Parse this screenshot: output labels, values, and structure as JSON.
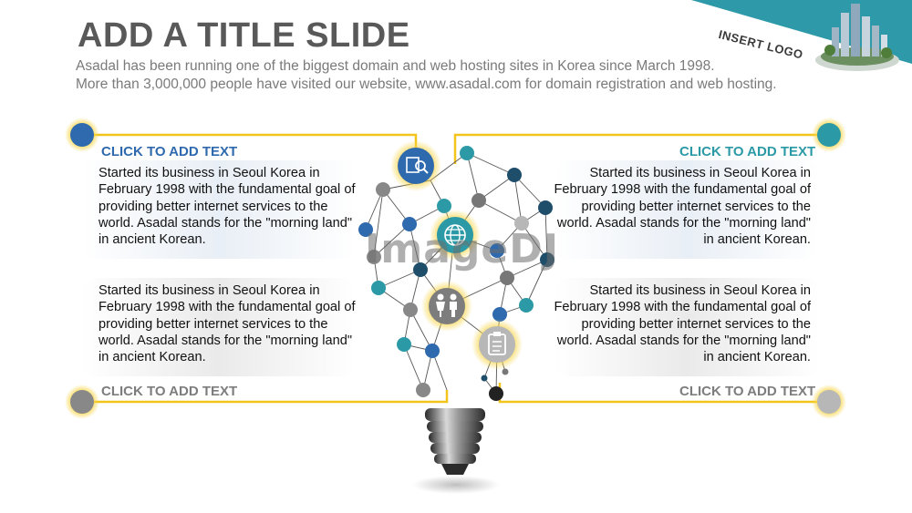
{
  "slide": {
    "title": "ADD A TITLE SLIDE",
    "subtitle_line1": "Asadal has been running one of the biggest domain and web hosting sites in Korea since March 1998.",
    "subtitle_line2": "More than 3,000,000 people have visited our website,  www.asadal.com for domain registration and web hosting.",
    "logo_placeholder": "INSERT LOGO",
    "watermark": "ImageDJ"
  },
  "colors": {
    "accent_yellow": "#f3c51c",
    "dark_blue": "#2f69ae",
    "teal": "#2c9aa6",
    "grey": "#888888",
    "light_grey": "#b7b7b7",
    "corner_teal": "#2e9aa9"
  },
  "blocks": [
    {
      "heading": "CLICK TO ADD TEXT",
      "text": "Started its business in Seoul Korea  in February 1998 with the fundamental goal of providing better internet services to the world. Asadal stands for the \"morning land\" in ancient Korean.",
      "icon": "search-document-icon"
    },
    {
      "heading": "CLICK TO ADD TEXT",
      "text": "Started its business in Seoul Korea  in February 1998 with the fundamental goal of providing better internet services to the world. Asadal stands for the \"morning land\" in ancient Korean.",
      "icon": "globe-icon"
    },
    {
      "heading": "CLICK TO ADD TEXT",
      "text": "Started its business in Seoul Korea  in February 1998 with the fundamental goal of providing better internet services to the world. Asadal stands for the \"morning land\" in ancient Korean.",
      "icon": "people-icon"
    },
    {
      "heading": "CLICK TO ADD TEXT",
      "text": "Started its business in Seoul Korea  in February 1998 with the fundamental goal of providing better internet services to the world. Asadal stands for the \"morning land\" in ancient Korean.",
      "icon": "clipboard-icon"
    }
  ]
}
